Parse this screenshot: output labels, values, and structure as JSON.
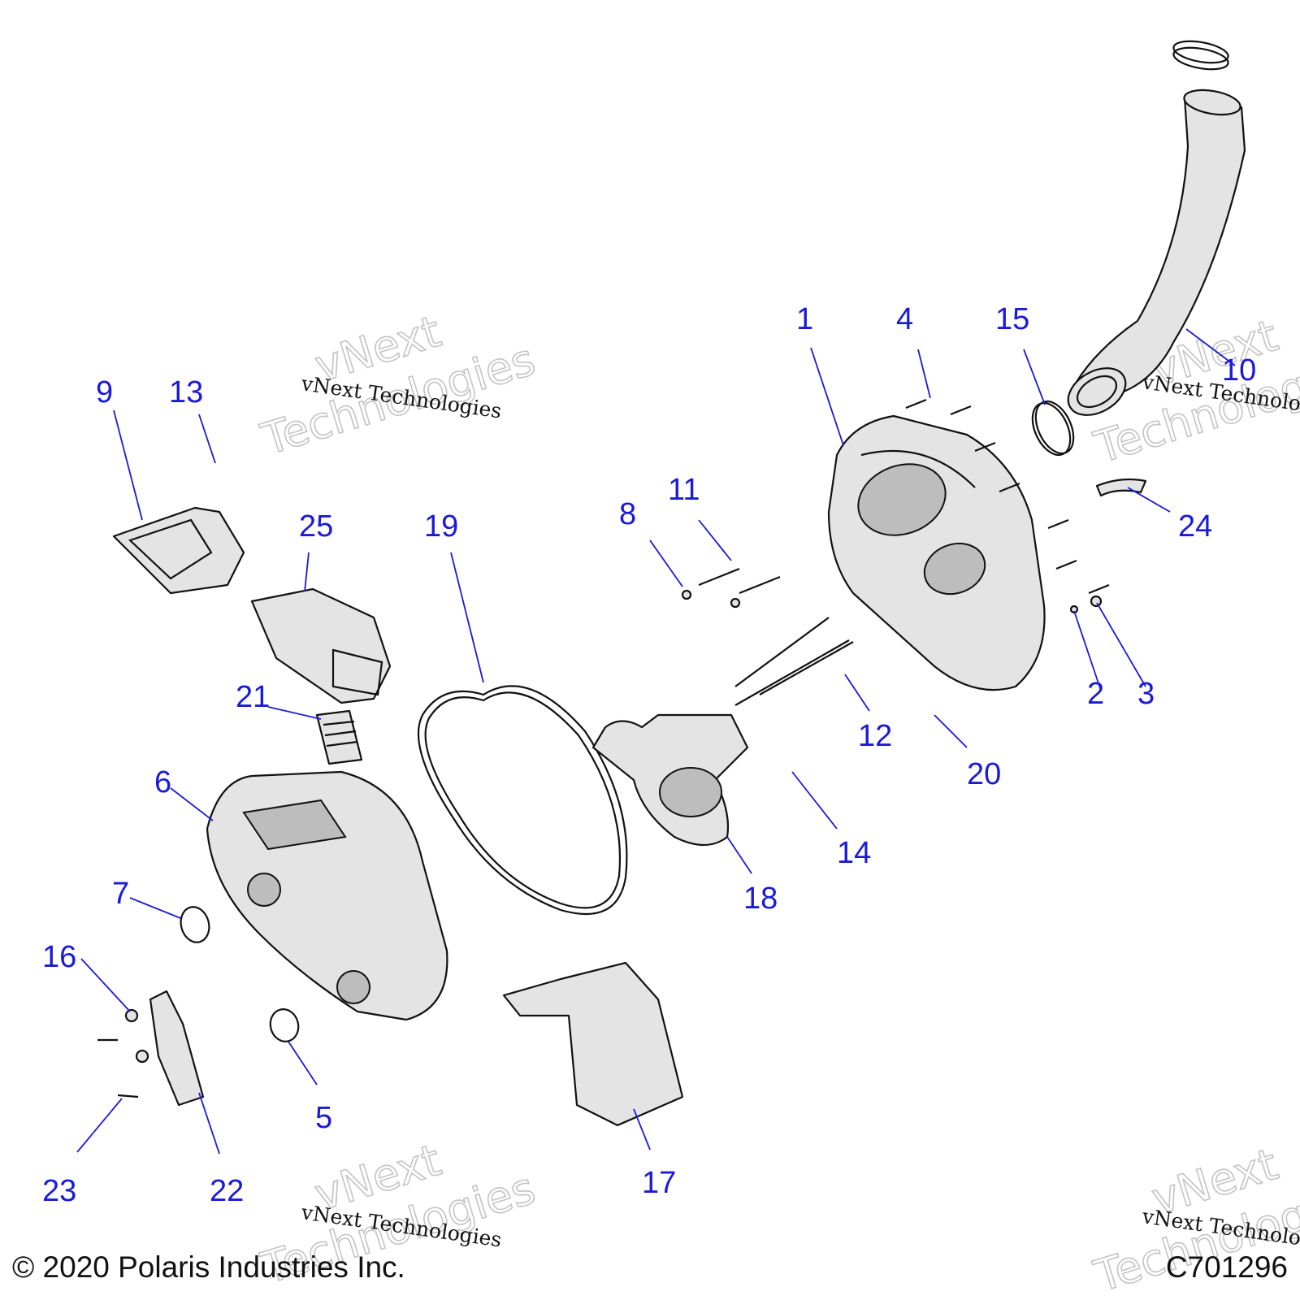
{
  "callouts": [
    {
      "label": "1"
    },
    {
      "label": "2"
    },
    {
      "label": "3"
    },
    {
      "label": "4"
    },
    {
      "label": "5"
    },
    {
      "label": "6"
    },
    {
      "label": "7"
    },
    {
      "label": "8"
    },
    {
      "label": "9"
    },
    {
      "label": "10"
    },
    {
      "label": "11"
    },
    {
      "label": "12"
    },
    {
      "label": "13"
    },
    {
      "label": "14"
    },
    {
      "label": "15"
    },
    {
      "label": "16"
    },
    {
      "label": "17"
    },
    {
      "label": "18"
    },
    {
      "label": "19"
    },
    {
      "label": "20"
    },
    {
      "label": "21"
    },
    {
      "label": "22"
    },
    {
      "label": "23"
    },
    {
      "label": "24"
    },
    {
      "label": "25"
    }
  ],
  "watermark": {
    "serif_text": "vNext Technologies",
    "outline_line1": "vNext",
    "outline_line2": "Technologies"
  },
  "footer": {
    "copyright": "© 2020 Polaris Industries Inc.",
    "drawing_code": "C701296"
  },
  "colors": {
    "callout": "#1a1ad8",
    "line_art": "#111111",
    "part_fill": "#e4e4e4"
  }
}
